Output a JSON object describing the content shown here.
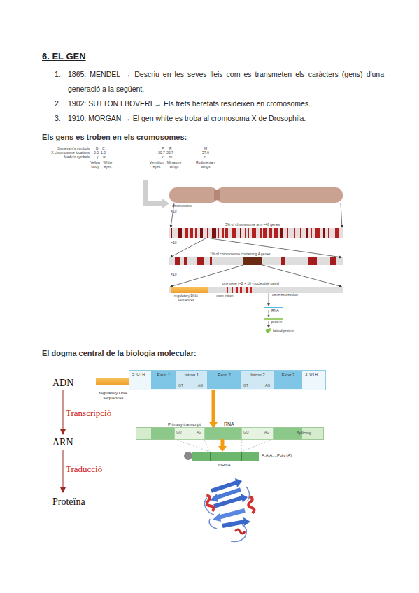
{
  "diagram": {
    "title": "6. EL GEN",
    "nodes": [
      {
        "text": [
          "chromosome"
        ]
      },
      {
        "text": [
          "5% of chromosome arm ~40 genes"
        ]
      },
      {
        "text": [
          "1% of chromosome containing 4 genes"
        ]
      },
      {
        "text": [
          "one gene (~2 × 10⁴ nucleotide pairs)",
          "exon",
          "intron"
        ]
      },
      {
        "text": [
          "regulatory DNA sequences"
        ],
        "in": 3
      },
      {
        "text": [
          "5' UTR",
          "3' UTR"
        ]
      },
      {
        "text": [
          "Exon 1"
        ],
        "in": 5
      },
      {
        "text": [
          "Intron 1",
          "GT",
          "AG"
        ],
        "in": 5
      },
      {
        "text": [
          "Exon 2"
        ],
        "in": 5
      },
      {
        "text": [
          "Intron 2",
          "GT",
          "AG"
        ],
        "in": 5
      },
      {
        "text": [
          "Exon 3"
        ],
        "in": 5
      },
      {
        "text": [
          "regulatory DNA sequences"
        ]
      },
      {
        "text": [
          "Primary transcript",
          "RNA",
          "Splicing"
        ]
      },
      {
        "text": [
          "GU",
          "AG"
        ],
        "in": 12
      },
      {
        "text": [
          "GU",
          "AG"
        ],
        "in": 12
      },
      {
        "text": [
          "mRNA",
          "A.A.A....Poly (A)"
        ]
      }
    ],
    "edges": [
      {
        "from": 0,
        "to": 1,
        "arrow": "to"
      },
      {
        "from": 0,
        "to": 1,
        "arrow": "to"
      },
      {
        "from": 1,
        "to": 2,
        "arrow": "to"
      },
      {
        "from": 1,
        "to": 2,
        "arrow": "to"
      },
      {
        "from": 2,
        "to": 3,
        "arrow": "to"
      },
      {
        "from": 2,
        "to": 3,
        "arrow": "to"
      },
      {
        "from": 5,
        "to": 12,
        "arrow": "to"
      },
      {
        "from": 12,
        "to": 15,
        "arrow": "to"
      }
    ],
    "labels": [
      "1.",
      "1865: MENDEL → Descriu en les seves lleis com es transmeten els caràcters (gens) d'una generació a la següent.",
      "2.",
      "1902: SUTTON I BOVERI → Els trets heretats resideixen en cromosomes.",
      "3.",
      "1910: MORGAN → El gen white es troba al cromosoma X de Drosophila.",
      "Els gens es troben en els cromosomes:",
      "Sturtevant's symbols",
      "X chromosome locations",
      "Modern symbols",
      "B",
      "C",
      "0.0",
      "1.0",
      "y",
      "w",
      "Yellow body",
      "White eyes",
      "P",
      "R",
      "30.7",
      "33.7",
      "v",
      "m",
      "Vermilion eyes",
      "Miniature wings",
      "M",
      "57.6",
      "r",
      "Rudimentary wings",
      "×10",
      "×10",
      "×10",
      "gene expression",
      "RNA",
      "protein",
      "folded protein",
      "El dogma central de la biologia molecular:",
      "ADN",
      "Transcripció",
      "ARN",
      "Traducció",
      "Proteïna"
    ]
  }
}
